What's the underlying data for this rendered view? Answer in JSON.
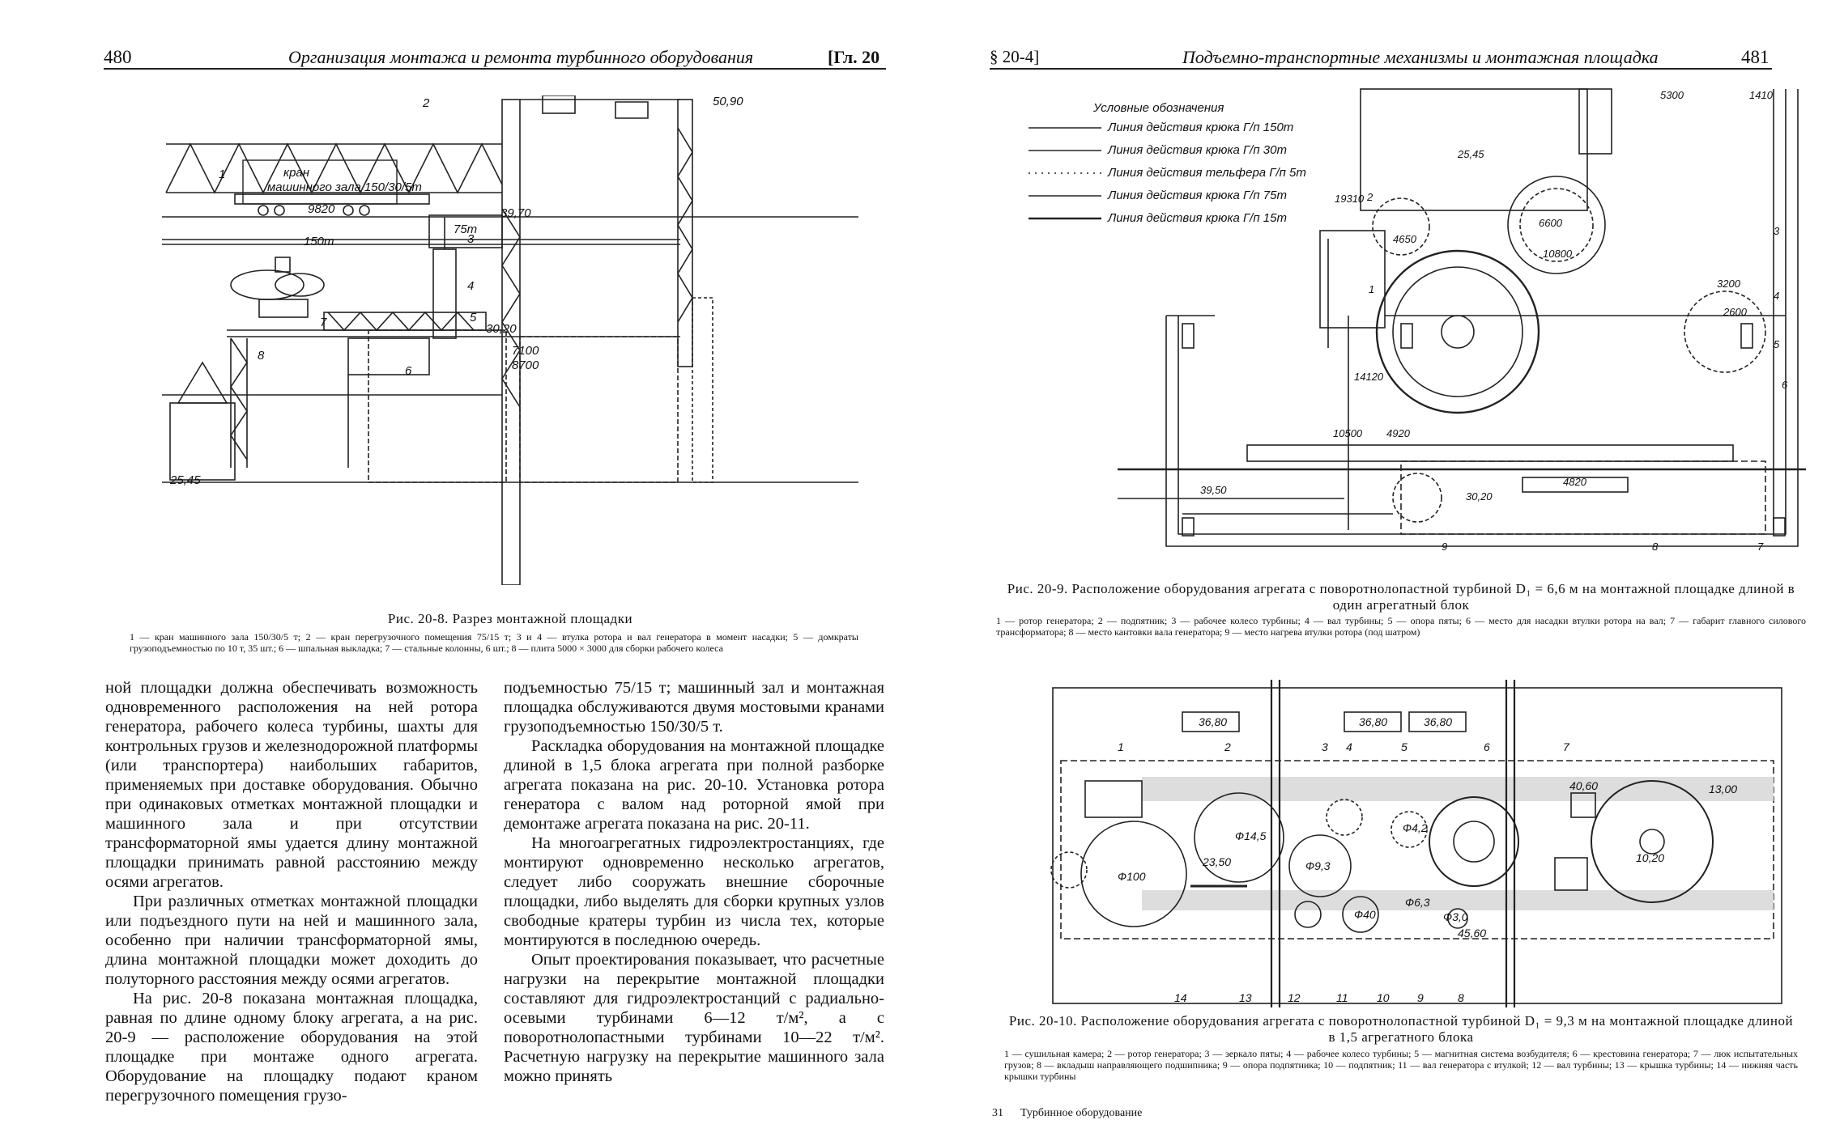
{
  "left_page": {
    "page_number": "480",
    "running_title": "Организация монтажа и ремонта турбинного оборудования",
    "chapter": "[Гл. 20",
    "figure": {
      "labels": {
        "crane": "кран",
        "crane_hall": "машинного зала 150/30/5т",
        "span": "9820",
        "elev_top": "50,90",
        "elev_mid": "39,70",
        "elev_floor": "30,20",
        "elev_base": "25,45",
        "hook_150": "150т",
        "hook_75": "75т",
        "dim_7100": "7100",
        "dim_8700": "8700",
        "n1": "1",
        "n2": "2",
        "n3": "3",
        "n4": "4",
        "n5": "5",
        "n6": "6",
        "n7": "7",
        "n8": "8"
      },
      "caption_title": "Рис. 20-8. Разрез монтажной площадки",
      "caption_text": "1 — кран машинного зала 150/30/5 т; 2 — кран перегрузочного помещения 75/15 т; 3 и 4 — втулка ротора и вал генератора в момент насадки; 5 — домкраты грузоподъемностью по 10 т, 35 шт.; 6 — шпальная выкладка; 7 — стальные колонны, 6 шт.; 8 — плита 5000 × 3000 для сборки рабочего колеса"
    },
    "col1": [
      "ной площадки должна обеспечивать возможность одновременного расположения на ней ротора генератора, рабочего колеса турбины, шахты для контрольных грузов и железнодорожной платформы (или транспортера) наибольших габаритов, применяемых при доставке оборудования. Обычно при одинаковых отметках монтажной площадки и машинного зала и при отсутствии трансформаторной ямы удается длину монтажной площадки принимать равной расстоянию между осями агрегатов.",
      "При различных отметках монтажной площадки или подъездного пути на ней и машинного зала, особенно при наличии трансформаторной ямы, длина монтажной площадки может доходить до полуторного расстояния между осями агрегатов.",
      "На рис. 20-8 показана монтажная площадка, равная по длине одному блоку агрегата, а на рис. 20-9 — расположение оборудования на этой площадке при монтаже одного агрегата. Оборудование на площадку подают краном перегрузочного помещения грузо-"
    ],
    "col2": [
      "подъемностью 75/15 т; машинный зал и монтажная площадка обслуживаются двумя мостовыми кранами грузоподъемностью 150/30/5 т.",
      "Раскладка оборудования на монтажной площадке длиной в 1,5 блока агрегата при полной разборке агрегата показана на рис. 20-10. Установка ротора генератора с валом над роторной ямой при демонтаже агрегата показана на рис. 20-11.",
      "На многоагрегатных гидроэлектростанциях, где монтируют одновременно несколько агрегатов, следует либо сооружать внешние сборочные площадки, либо выделять для сборки крупных узлов свободные кратеры турбин из числа тех, которые монтируются в последнюю очередь.",
      "Опыт проектирования показывает, что расчетные нагрузки на перекрытие монтажной площадки составляют для гидроэлектростанций с радиально-осевыми турбинами 6—12 т/м², а с поворотнолопастными турбинами 10—22 т/м². Расчетную нагрузку на перекрытие машинного зала можно принять"
    ]
  },
  "right_page": {
    "section": "§ 20-4]",
    "running_title": "Подъемно-транспортные механизмы и монтажная площадка",
    "page_number": "481",
    "fig9": {
      "legend_title": "Условные обозначения",
      "legend": [
        "Линия действия крюка Г/п 150т",
        "Линия действия крюка Г/п 30т",
        "Линия действия тельфера Г/п 5т",
        "Линия действия крюка Г/п 75т",
        "Линия действия крюка Г/п 15т"
      ],
      "dims": {
        "d25_45": "25,45",
        "d5300": "5300",
        "d1410": "1410",
        "d19310": "19310",
        "d4650": "4650",
        "d6600": "6600",
        "d10800": "10800",
        "d3200": "3200",
        "d2600": "2600",
        "d14120": "14120",
        "d10500": "10500",
        "d4920": "4920",
        "d4820": "4820",
        "d30_20": "30,20",
        "d39_50": "39,50",
        "n1": "1",
        "n2": "2",
        "n3": "3",
        "n4": "4",
        "n5": "5",
        "n6": "6",
        "n7": "7",
        "n8": "8",
        "n9": "9"
      },
      "caption_title": "Рис. 20-9. Расположение оборудования агрегата с поворотнолопастной турбиной D₁ = 6,6 м на монтажной площадке длиной в один агрегатный блок",
      "caption_text": "1 — ротор генератора; 2 — подпятник; 3 — рабочее колесо турбины; 4 — вал турбины; 5 — опора пяты; 6 — место для насадки втулки ротора на вал; 7 — габарит главного силового трансформатора; 8 — место кантовки вала генератора; 9 — место нагрева втулки ротора (под шатром)"
    },
    "fig10": {
      "elev1": "36,80",
      "elev2": "36,80",
      "elev3": "36,80",
      "d100": "Ф100",
      "d145": "Ф14,5",
      "d93": "Ф9,3",
      "d40": "Ф40",
      "d63": "Ф6,3",
      "d30": "Ф3,0",
      "d42": "Ф4,2",
      "d2350": "23,50",
      "e4560": "45,60",
      "e4060": "40,60",
      "e1300": "13,00",
      "e1020": "10,20",
      "nums_top": [
        "1",
        "2",
        "3",
        "4",
        "5",
        "6",
        "7"
      ],
      "nums_bottom": [
        "14",
        "13",
        "12",
        "11",
        "10",
        "9",
        "8"
      ],
      "caption_title": "Рис. 20-10. Расположение оборудования агрегата с поворотнолопастной турбиной D₁ = 9,3 м на монтажной площадке длиной в 1,5 агрегатного блока",
      "caption_text": "1 — сушильная камера; 2 — ротор генератора; 3 — зеркало пяты; 4 — рабочее колесо турбины; 5 — магнитная система возбудителя; 6 — крестовина генератора; 7 — люк испытательных грузов; 8 — вкладыш направляющего подшипника; 9 — опора подпятника; 10 — подпятник; 11 — вал генератора с втулкой; 12 — вал турбины; 13 — крышка турбины; 14 — нижняя часть крышки турбины"
    },
    "footer_number": "31",
    "footer_text": "Турбинное оборудование"
  }
}
